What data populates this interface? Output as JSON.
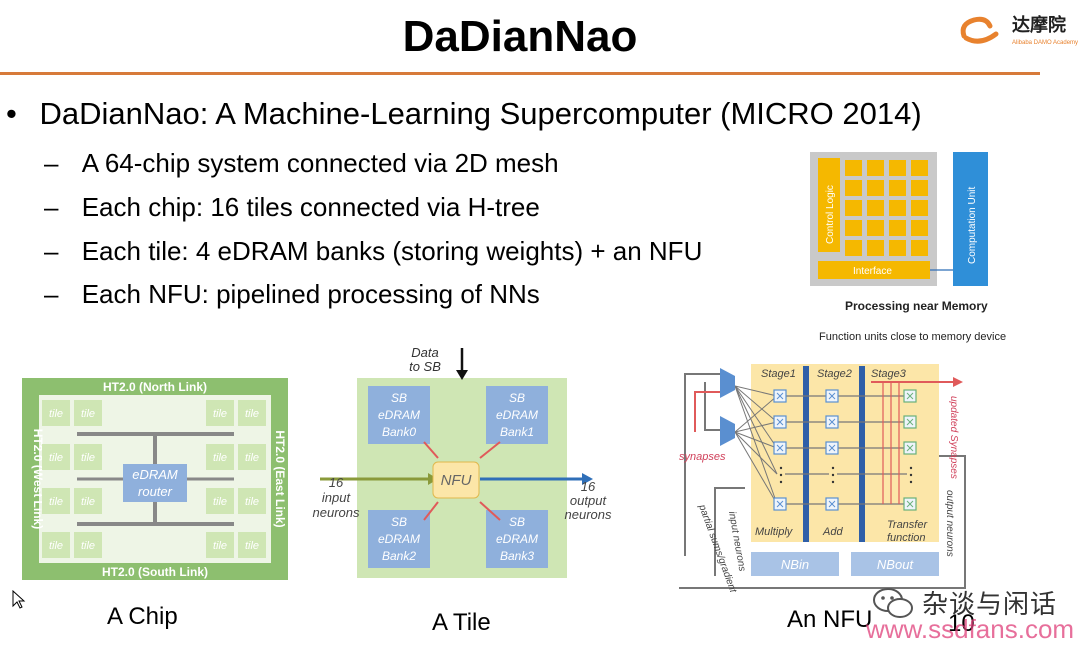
{
  "slide": {
    "title": "DaDianNao",
    "page_number": "10",
    "main_bullet": "DaDianNao: A Machine-Learning Supercomputer (MICRO 2014)",
    "sub_bullets": [
      "A 64-chip system connected via 2D mesh",
      "Each chip: 16 tiles connected via H-tree",
      "Each tile: 4 eDRAM banks (storing weights) + an NFU",
      "Each NFU: pipelined processing of NNs"
    ],
    "bullet_glyph": "•",
    "dash_glyph": "–"
  },
  "logo": {
    "text": "达摩院",
    "subtext": "Alibaba DAMO Academy"
  },
  "pnm": {
    "control_logic": "Control Logic",
    "interface": "Interface",
    "computation_unit": "Computation Unit",
    "caption": "Processing near Memory",
    "sub_caption": "Function units close to memory device"
  },
  "chip": {
    "north": "HT2.0 (North Link)",
    "south": "HT2.0 (South Link)",
    "west": "HT2.0 (West Link)",
    "east": "HT2.0 (East Link)",
    "tile_label": "tile",
    "router": [
      "eDRAM",
      "router"
    ],
    "caption": "A Chip"
  },
  "tile": {
    "data_to_sb": [
      "Data",
      "to SB"
    ],
    "banks": [
      [
        "SB",
        "eDRAM",
        "Bank0"
      ],
      [
        "SB",
        "eDRAM",
        "Bank1"
      ],
      [
        "SB",
        "eDRAM",
        "Bank2"
      ],
      [
        "SB",
        "eDRAM",
        "Bank3"
      ]
    ],
    "nfu": "NFU",
    "input": [
      "16",
      "input",
      "neurons"
    ],
    "output": [
      "16",
      "output",
      "neurons"
    ],
    "caption": "A Tile"
  },
  "nfu": {
    "stages": [
      "Stage1",
      "Stage2",
      "Stage3"
    ],
    "synapses": "synapses",
    "updated_synapses": "updated Synapses",
    "partial_sums": "partial sums/gradients",
    "input_neurons": "input neurons",
    "output_neurons": "output neurons",
    "multiply": "Multiply",
    "add": "Add",
    "transfer": [
      "Transfer",
      "function"
    ],
    "nbin": "NBin",
    "nbout": "NBout",
    "caption": "An NFU"
  },
  "watermark": {
    "cn": "杂谈与闲话",
    "url": "www.ssdfans.com"
  },
  "colors": {
    "accent_orange": "#d77a3a",
    "chip_green": "#8dbf6f",
    "tile_green": "#cfe6b4",
    "bank_blue": "#8fb0dc",
    "nfu_yellow": "#fce6a8",
    "pink": "#e0407a",
    "cell_yellow": "#f5b800",
    "comp_blue": "#2f8fd8"
  }
}
